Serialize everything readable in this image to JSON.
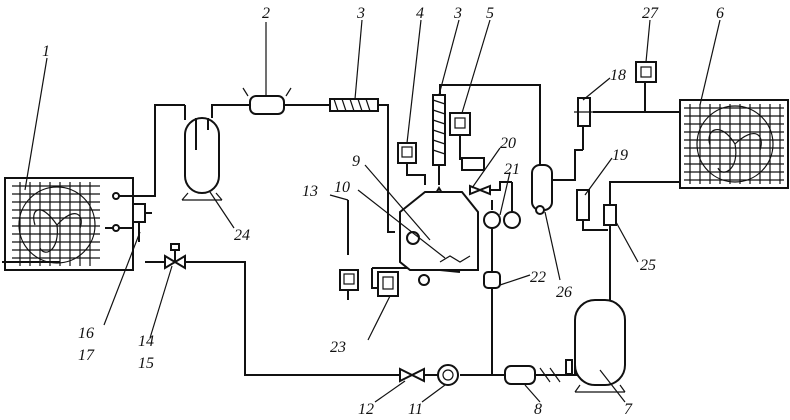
{
  "labels": {
    "l1": "1",
    "l2": "2",
    "l3a": "3",
    "l3b": "3",
    "l4": "4",
    "l5": "5",
    "l6": "6",
    "l7": "7",
    "l8": "8",
    "l9": "9",
    "l10": "10",
    "l11": "11",
    "l12": "12",
    "l13": "13",
    "l14": "14",
    "l15": "15",
    "l16": "16",
    "l17": "17",
    "l18": "18",
    "l19": "19",
    "l20": "20",
    "l21": "21",
    "l22": "22",
    "l23": "23",
    "l24": "24",
    "l25": "25",
    "l26": "26",
    "l27": "27"
  },
  "colors": {
    "line": "#111111",
    "background": "#ffffff"
  }
}
